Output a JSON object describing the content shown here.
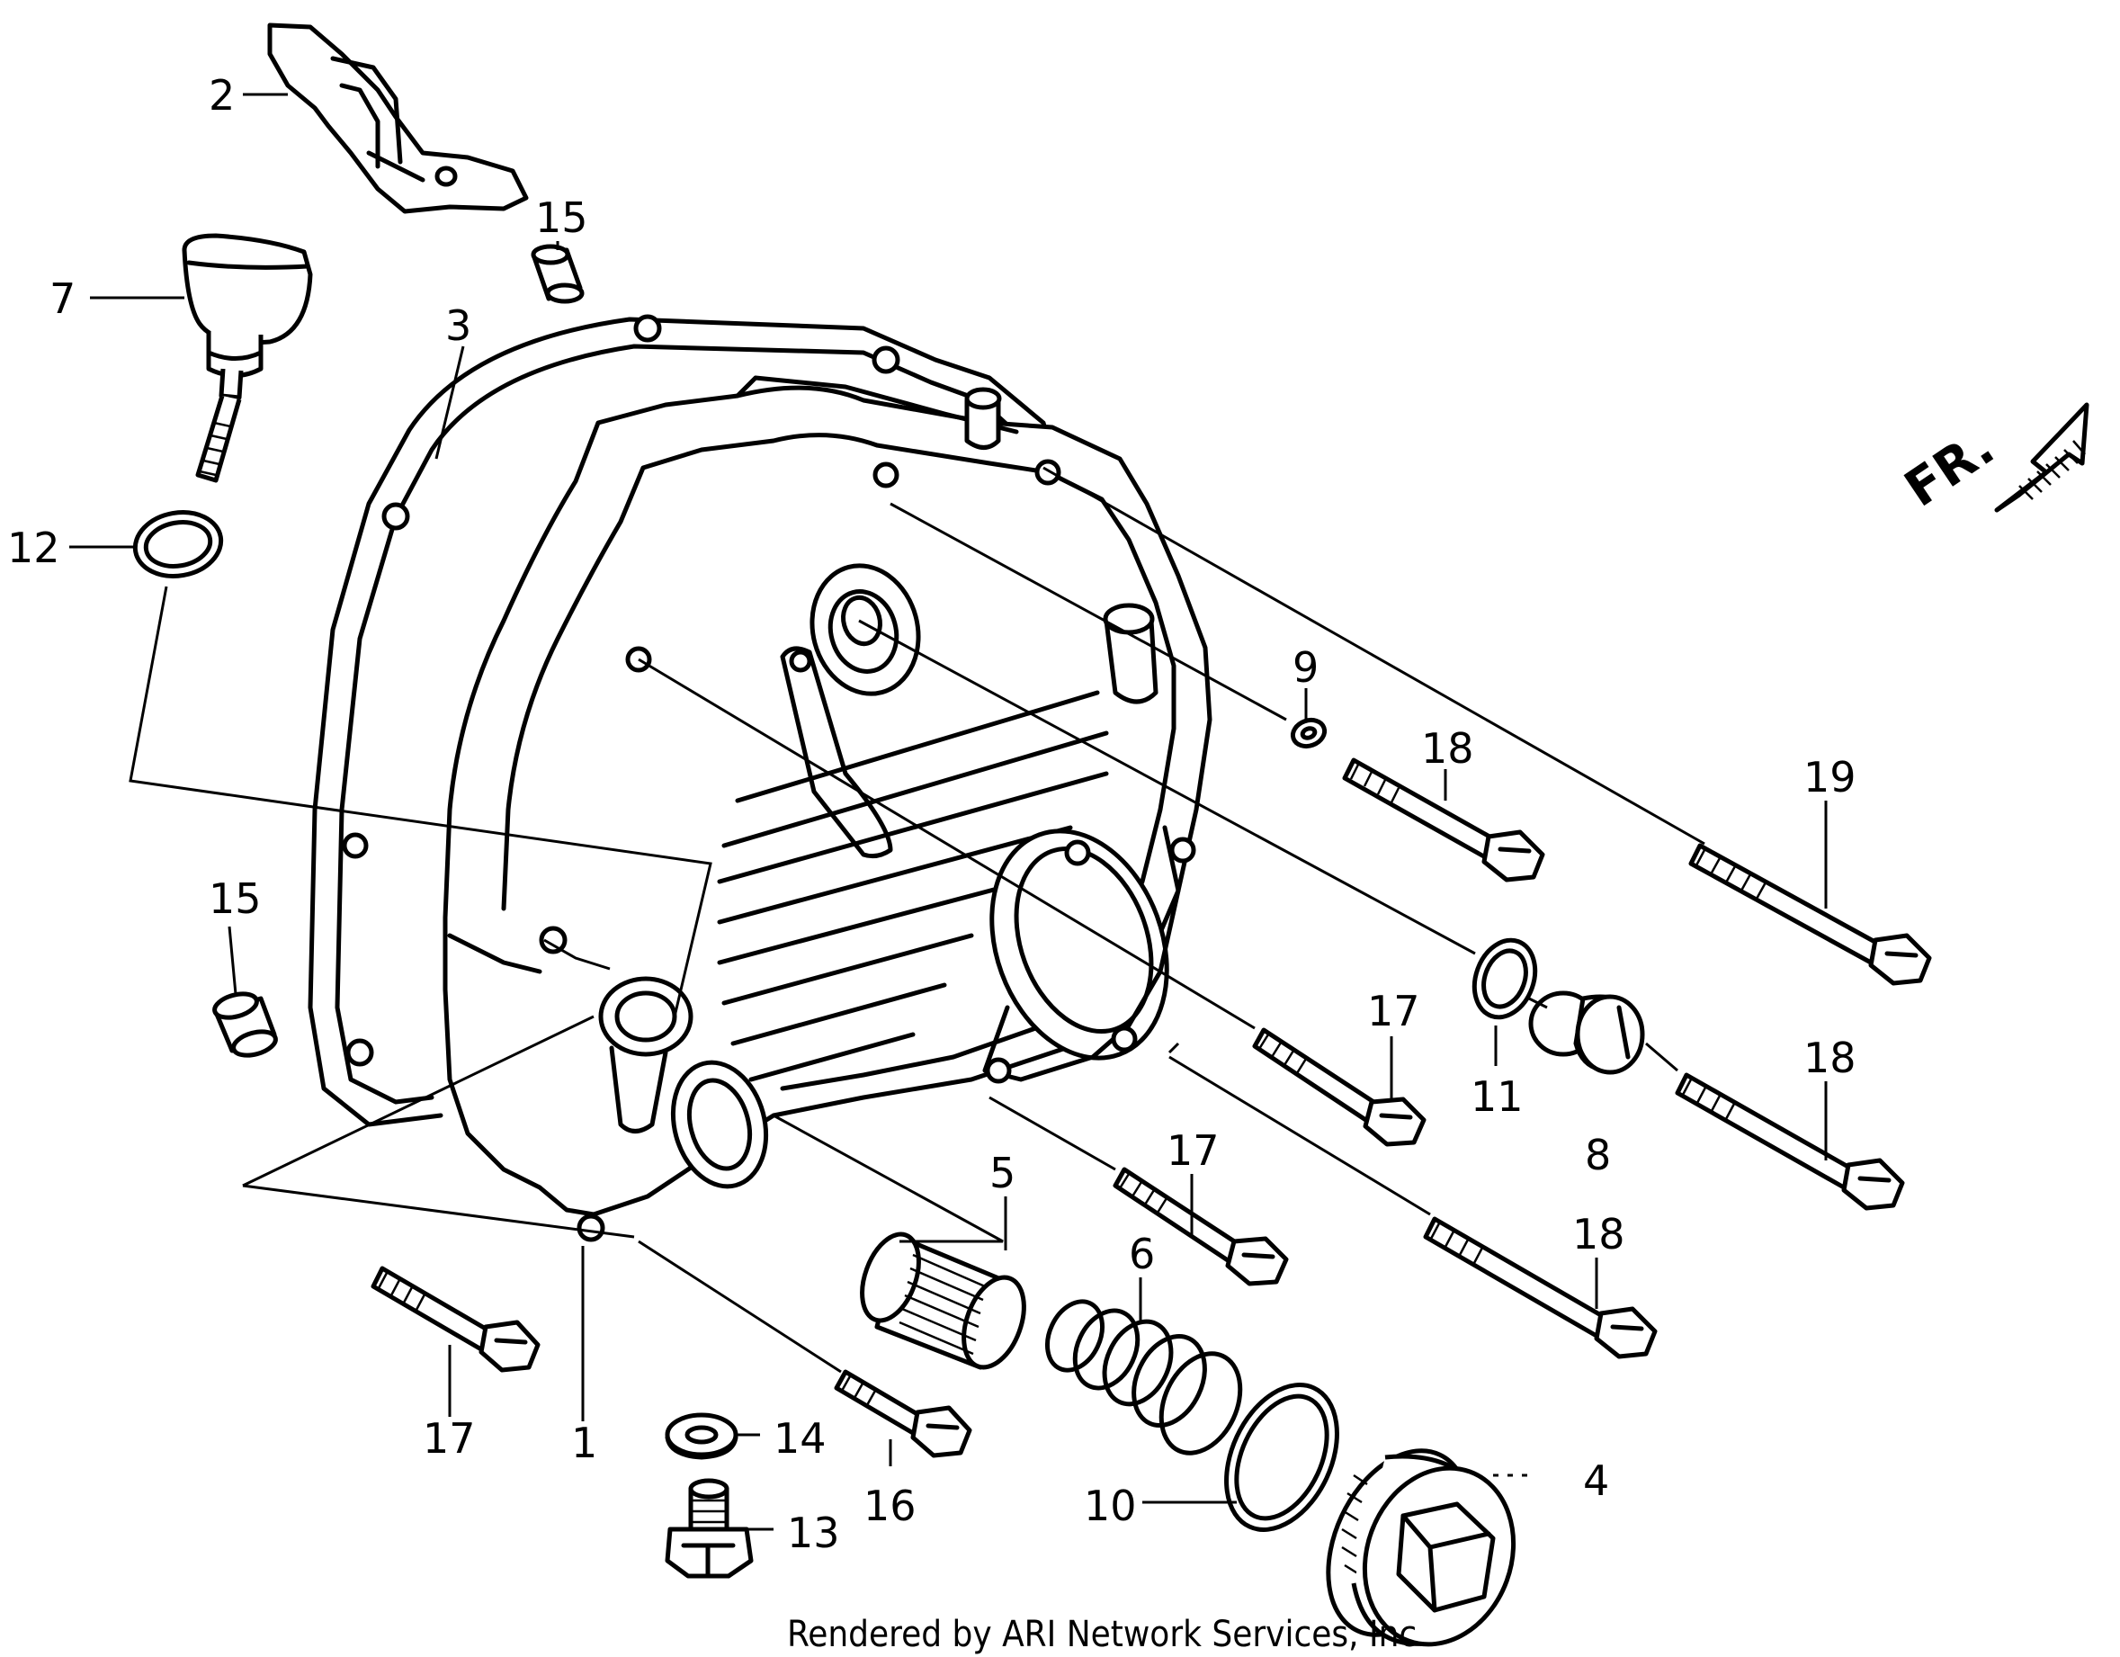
{
  "labels": {
    "l1": "1",
    "l2": "2",
    "l3": "3",
    "l4": "4",
    "l5": "5",
    "l6": "6",
    "l7": "7",
    "l8": "8",
    "l9": "9",
    "l10": "10",
    "l11": "11",
    "l12": "12",
    "l13": "13",
    "l14": "14",
    "l15a": "15",
    "l15b": "15",
    "l16": "16",
    "l17a": "17",
    "l17b": "17",
    "l17c": "17",
    "l18a": "18",
    "l18b": "18",
    "l18c": "18",
    "l19": "19"
  },
  "direction_indicator": "FR.",
  "footer": "Rendered by ARI Network Services, Inc."
}
